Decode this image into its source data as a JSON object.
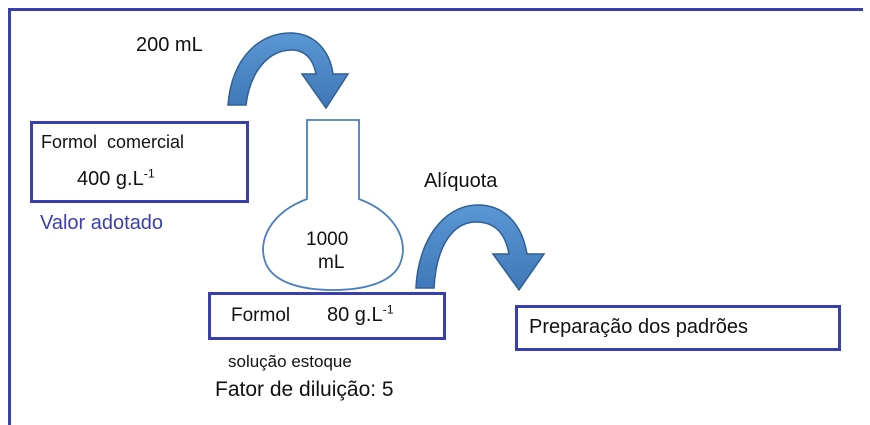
{
  "volume_label": "200 mL",
  "commercial_box": {
    "title": "Formol  comercial",
    "value": "400 g.L",
    "unit_exponent": "-1"
  },
  "adopted_value_label": "Valor adotado",
  "flask": {
    "label_line1": "1000",
    "label_line2": "mL"
  },
  "aliquot_label": "Alíquota",
  "stock_box": {
    "name": "Formol",
    "value": "80 g.L",
    "unit_exponent": "-1"
  },
  "stock_caption": "solução estoque",
  "dilution_factor": "Fator de diluição: 5",
  "standards_box": {
    "label": "Preparação dos padrões"
  },
  "colors": {
    "frame": "#3a3fb0",
    "box_border": "#3a3fb0",
    "arrow_fill": "#4a86c5",
    "arrow_stroke": "#2f5f95",
    "adopted_text": "#3a3fb0",
    "flask_stroke": "#4a7fc0"
  }
}
